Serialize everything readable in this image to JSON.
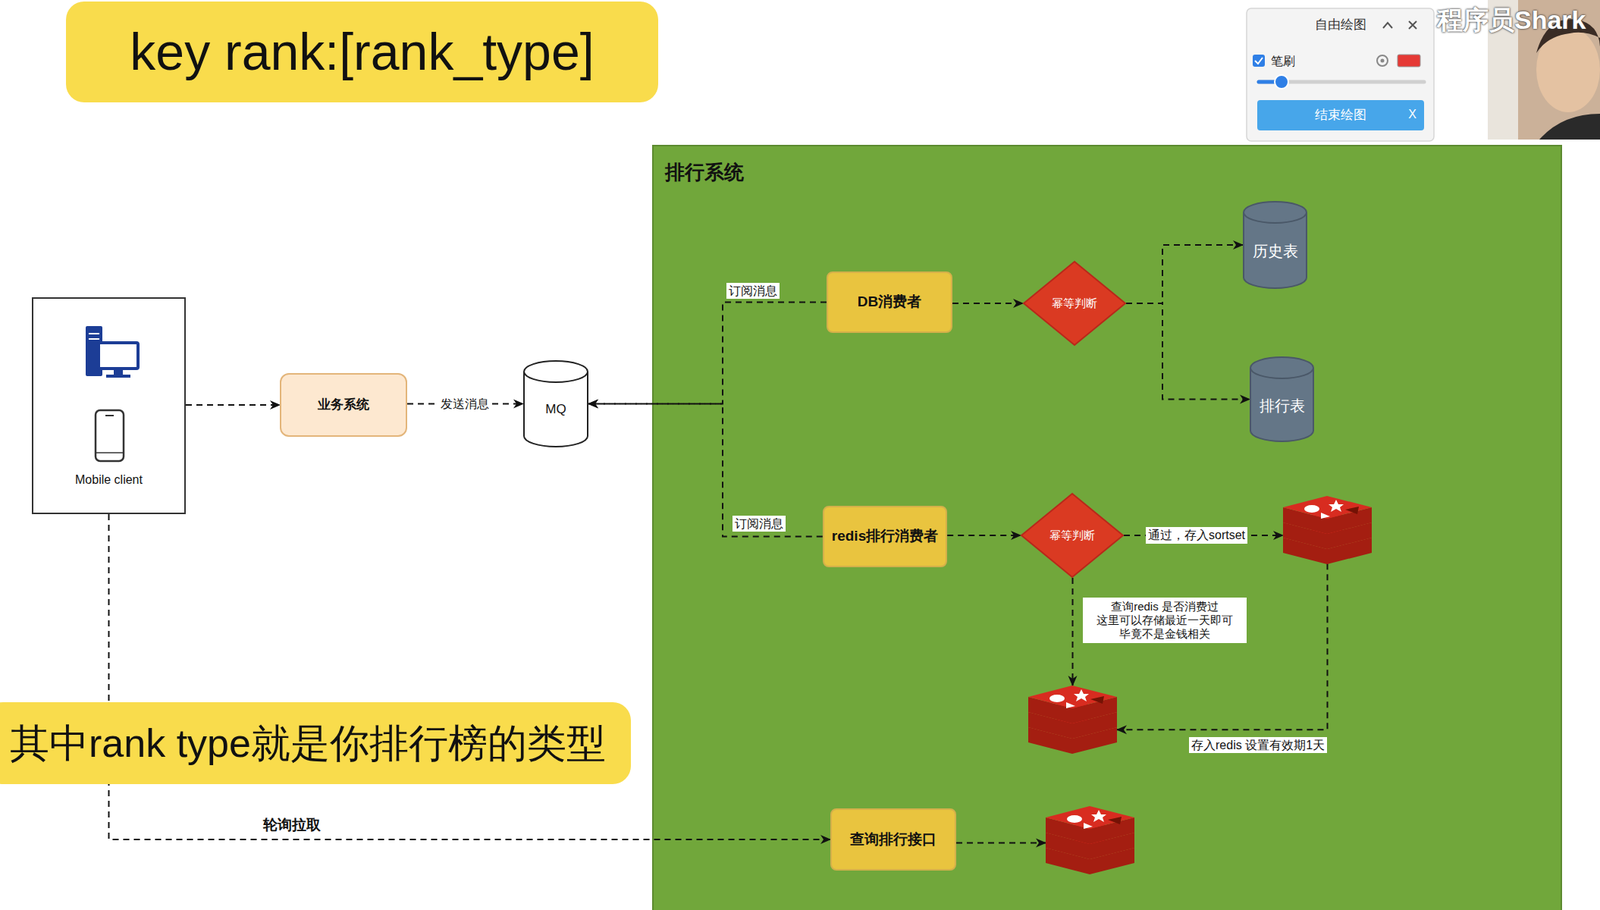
{
  "diagram": {
    "nodes": [
      {
        "text": [
          "key rank:[rank_type]"
        ]
      },
      {
        "text": [
          "自由绘图",
          "笔刷"
        ]
      },
      {
        "text": [
          "结束绘图",
          "X"
        ],
        "in": 1
      },
      {
        "text": [
          "Mobile client"
        ]
      },
      {
        "text": [
          "业务系统"
        ]
      },
      {
        "text": [
          "MQ"
        ]
      },
      {
        "text": [
          "排行系统"
        ]
      },
      {
        "text": [
          "DB消费者"
        ],
        "in": 6
      },
      {
        "text": [
          "幂等判断"
        ],
        "in": 6
      },
      {
        "text": [
          "历史表"
        ],
        "in": 6
      },
      {
        "text": [
          "排行表"
        ],
        "in": 6
      },
      {
        "text": [
          "redis排行消费者"
        ],
        "in": 6
      },
      {
        "text": [
          "幂等判断"
        ],
        "in": 6
      },
      {
        "text": [],
        "in": 6
      },
      {
        "text": [],
        "in": 6
      },
      {
        "text": [
          "查询排行接口"
        ],
        "in": 6
      },
      {
        "text": [],
        "in": 6
      },
      {
        "text": [
          "其中rank type就是你排行榜的类型"
        ]
      }
    ],
    "edges": [
      {
        "from": 3,
        "to": 4,
        "arrow": "to"
      },
      {
        "from": 4,
        "to": 5,
        "label": "发送消息",
        "arrow": "to"
      },
      {
        "from": 7,
        "to": 5,
        "label": "订阅消息",
        "arrow": "to"
      },
      {
        "from": 11,
        "to": 5,
        "label": "订阅消息",
        "arrow": "to"
      },
      {
        "from": 7,
        "to": 8,
        "arrow": "to"
      },
      {
        "from": 8,
        "to": 9,
        "arrow": "to"
      },
      {
        "from": 8,
        "to": 10,
        "arrow": "to"
      },
      {
        "from": 11,
        "to": 12,
        "arrow": "to"
      },
      {
        "from": 12,
        "to": 13,
        "label": "通过，存入sortset",
        "arrow": "to"
      },
      {
        "from": 12,
        "to": 14,
        "label": "查询redis 是否消费过 这里可以存储最近一天即可 毕竟不是金钱相关",
        "arrow": "to"
      },
      {
        "from": 13,
        "to": 14,
        "label": "存入redis 设置有效期1天",
        "arrow": "to"
      },
      {
        "from": 3,
        "to": 15,
        "label": "轮询拉取",
        "arrow": "to"
      },
      {
        "from": 15,
        "to": 16,
        "arrow": "to"
      }
    ],
    "labels": [
      "程序员Shark"
    ]
  }
}
